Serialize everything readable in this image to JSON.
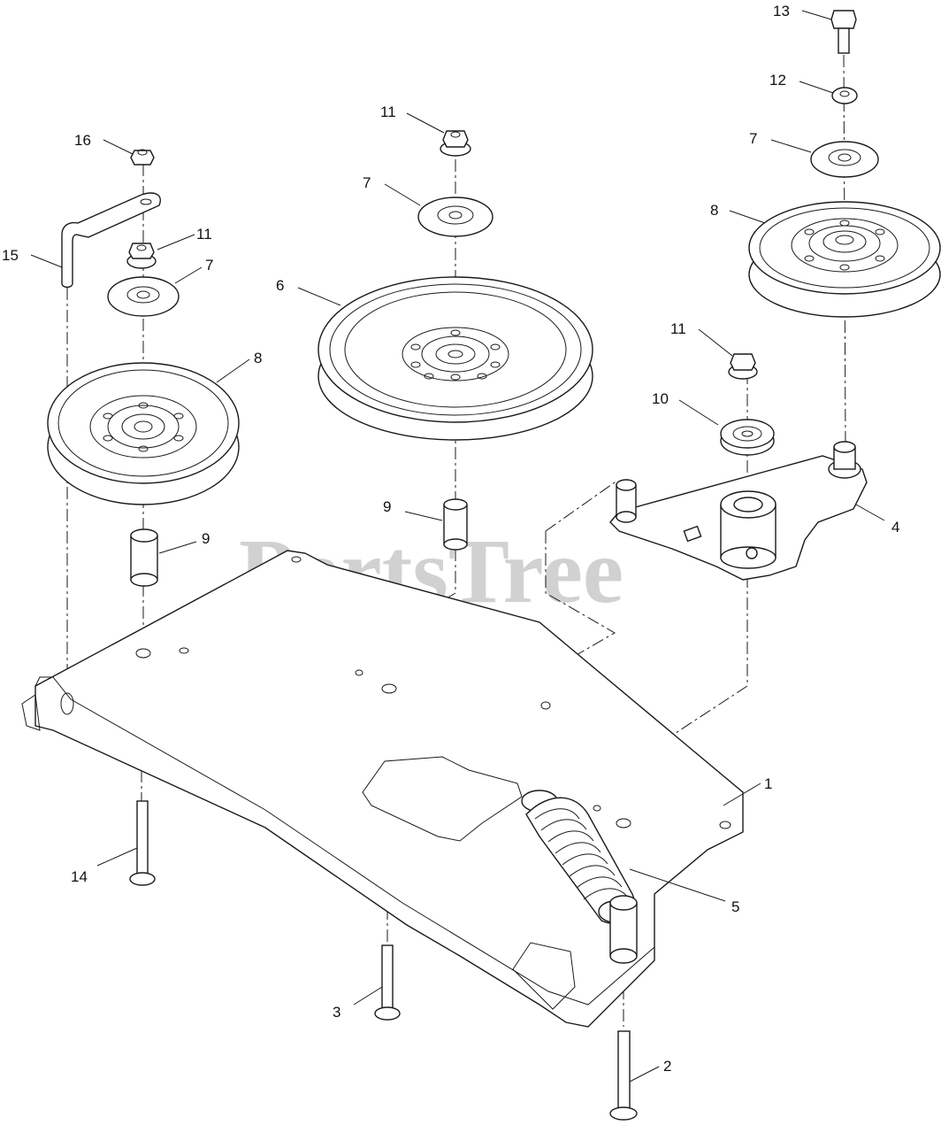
{
  "watermark": "PartsTree",
  "callouts": [
    {
      "id": "c13",
      "label": "13"
    },
    {
      "id": "c12",
      "label": "12"
    },
    {
      "id": "c7a",
      "label": "7"
    },
    {
      "id": "c8a",
      "label": "8"
    },
    {
      "id": "c11a",
      "label": "11"
    },
    {
      "id": "c10",
      "label": "10"
    },
    {
      "id": "c4",
      "label": "4"
    },
    {
      "id": "c11b",
      "label": "11"
    },
    {
      "id": "c7b",
      "label": "7"
    },
    {
      "id": "c6",
      "label": "6"
    },
    {
      "id": "c9a",
      "label": "9"
    },
    {
      "id": "c16",
      "label": "16"
    },
    {
      "id": "c11c",
      "label": "11"
    },
    {
      "id": "c15",
      "label": "15"
    },
    {
      "id": "c7c",
      "label": "7"
    },
    {
      "id": "c8b",
      "label": "8"
    },
    {
      "id": "c9b",
      "label": "9"
    },
    {
      "id": "c1",
      "label": "1"
    },
    {
      "id": "c5",
      "label": "5"
    },
    {
      "id": "c14",
      "label": "14"
    },
    {
      "id": "c3",
      "label": "3"
    },
    {
      "id": "c2",
      "label": "2"
    }
  ]
}
